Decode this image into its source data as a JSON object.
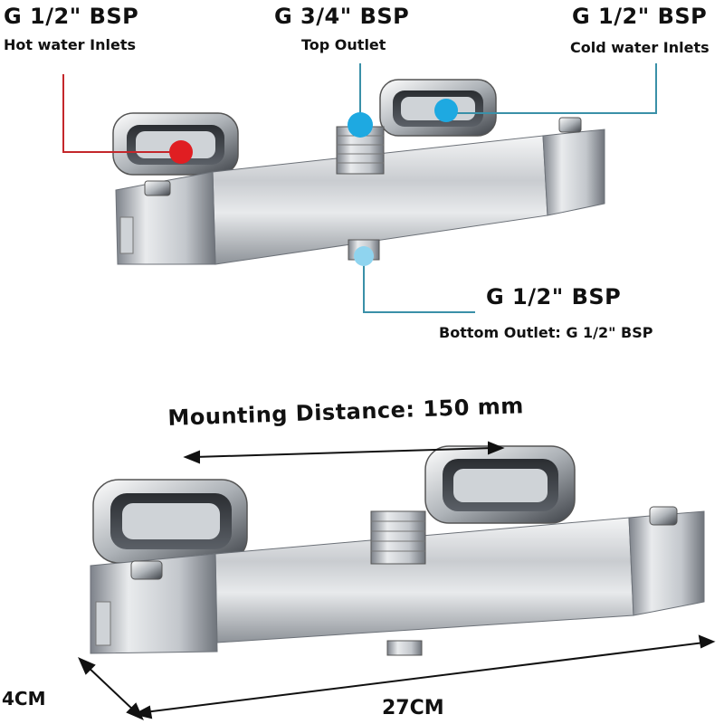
{
  "labels": {
    "hot_size": "G 1/2\" BSP",
    "hot_desc": "Hot water Inlets",
    "top_size": "G 3/4\" BSP",
    "top_desc": "Top Outlet",
    "cold_size": "G 1/2\" BSP",
    "cold_desc": "Cold water Inlets",
    "bottom_size": "G 1/2\" BSP",
    "bottom_desc": "Bottom Outlet: G 1/2\" BSP",
    "mounting": "Mounting Distance: 150 mm",
    "depth": "4CM",
    "length": "27CM"
  },
  "colors": {
    "hot": "#e01e22",
    "cold": "#1ea9e1",
    "leader_cold": "#3a90a8",
    "leader_hot": "#c4272b"
  },
  "icons": [
    "thermostatic-valve-top-view",
    "thermostatic-valve-front-view"
  ]
}
